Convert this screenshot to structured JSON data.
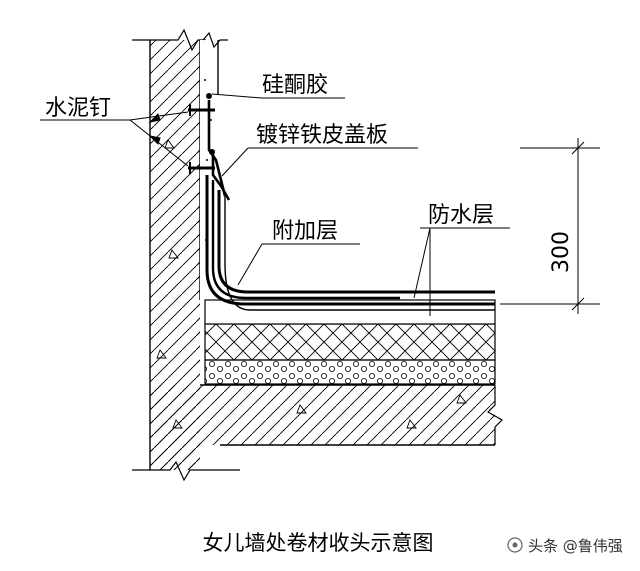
{
  "labels": {
    "silicone": "硅酮胶",
    "cement_nail": "水泥钉",
    "cover_plate": "镀锌铁皮盖板",
    "additional_layer": "附加层",
    "waterproof_layer": "防水层"
  },
  "dimension": "300",
  "caption": "女儿墙处卷材收头示意图",
  "watermark": "头条 @鲁伟强"
}
